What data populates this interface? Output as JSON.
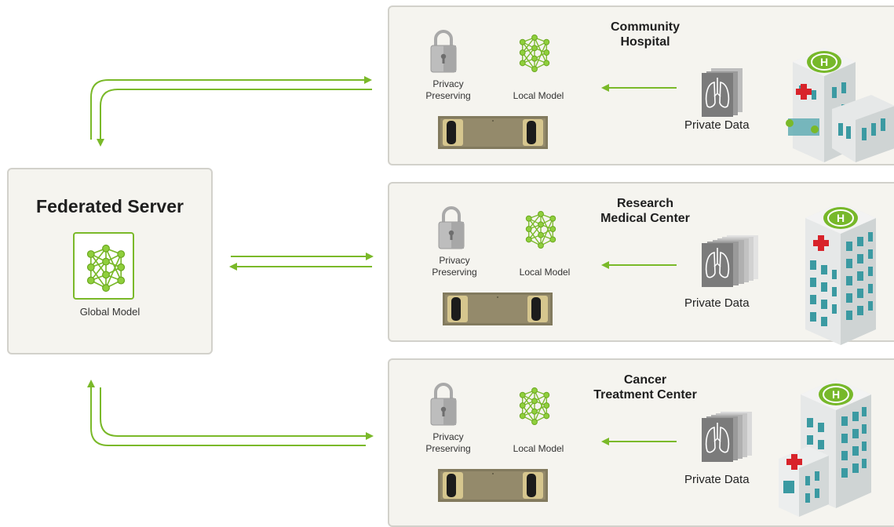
{
  "server": {
    "title": "Federated Server",
    "global_model_label": "Global Model"
  },
  "sites": [
    {
      "title_line1": "Community",
      "title_line2": "Hospital",
      "privacy_line1": "Privacy",
      "privacy_line2": "Preserving",
      "local_model": "Local Model",
      "private_data": "Private Data"
    },
    {
      "title_line1": "Research",
      "title_line2": "Medical Center",
      "privacy_line1": "Privacy",
      "privacy_line2": "Preserving",
      "local_model": "Local Model",
      "private_data": "Private Data"
    },
    {
      "title_line1": "Cancer",
      "title_line2": "Treatment Center",
      "privacy_line1": "Privacy",
      "privacy_line2": "Preserving",
      "local_model": "Local Model",
      "private_data": "Private Data"
    }
  ],
  "colors": {
    "accent_green": "#7ab929",
    "panel_bg": "#f5f4ef",
    "panel_border": "#d2d1cb",
    "helipad_green": "#77b82a",
    "building_teal": "#3b9aa2",
    "red_cross": "#d8232a"
  },
  "icons": {
    "privacy": "padlock-icon",
    "model": "neural-network-icon",
    "data": "lung-scan-icon",
    "hardware": "server-unit-icon",
    "building": "hospital-building-icon"
  }
}
